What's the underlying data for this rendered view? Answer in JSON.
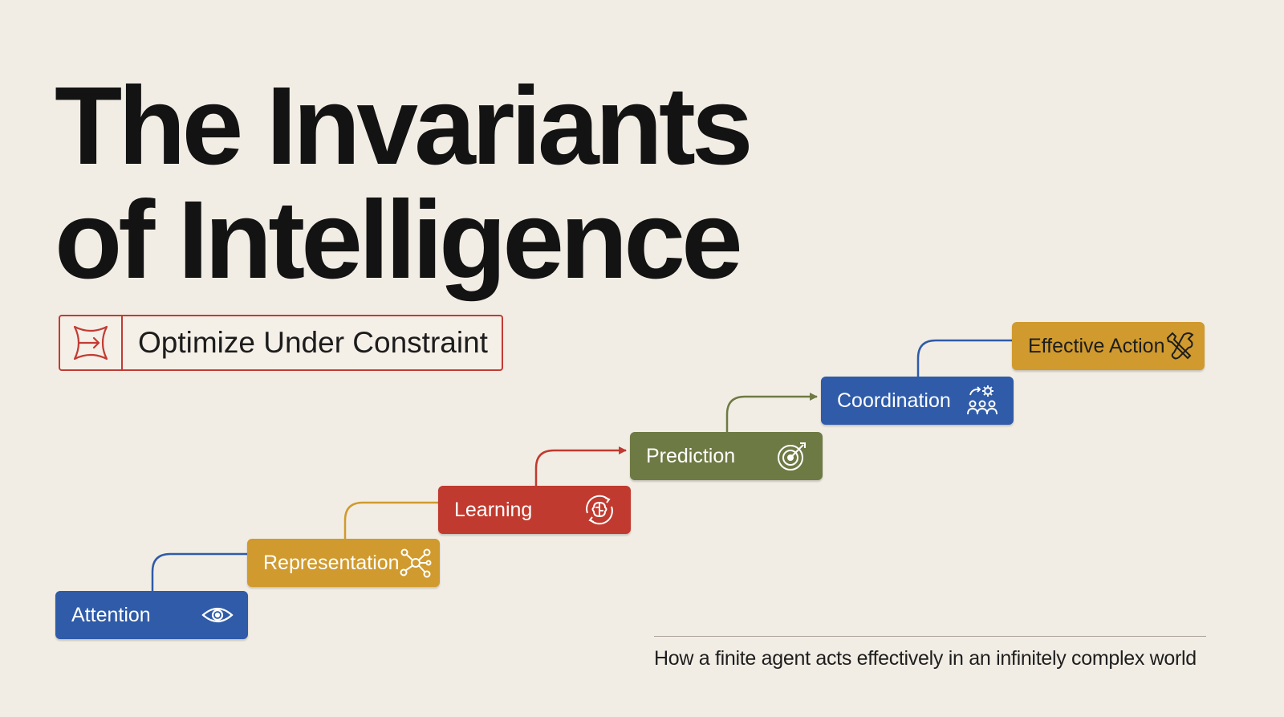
{
  "title": {
    "line1": "The Invariants",
    "line2": "of Intelligence"
  },
  "principle": {
    "label": "Optimize Under Constraint",
    "icon": "converge-arrows-icon",
    "color": "#c23b33"
  },
  "steps": [
    {
      "label": "Attention",
      "icon": "eye-icon",
      "color": "#2f5ba8",
      "text_color": "#ffffff"
    },
    {
      "label": "Representation",
      "icon": "network-nodes-icon",
      "color": "#d09a2e",
      "text_color": "#ffffff"
    },
    {
      "label": "Learning",
      "icon": "brain-cycle-icon",
      "color": "#c03a2f",
      "text_color": "#ffffff"
    },
    {
      "label": "Prediction",
      "icon": "target-icon",
      "color": "#6e7a44",
      "text_color": "#ffffff"
    },
    {
      "label": "Coordination",
      "icon": "team-gear-icon",
      "color": "#2f5ba8",
      "text_color": "#ffffff"
    },
    {
      "label": "Effective Action",
      "icon": "tools-icon",
      "color": "#d09a2e",
      "text_color": "#1e1e1e"
    }
  ],
  "footer": "How a finite agent acts effectively in an infinitely complex world"
}
